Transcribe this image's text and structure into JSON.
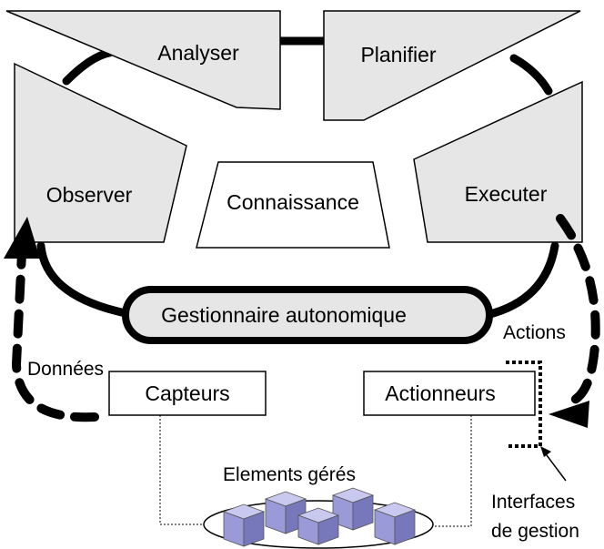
{
  "diagram": {
    "stages": {
      "analyze": "Analyser",
      "plan": "Planifier",
      "monitor": "Observer",
      "execute": "Executer",
      "knowledge": "Connaissance"
    },
    "autonomic_manager": "Gestionnaire autonomique",
    "sensors": "Capteurs",
    "effectors": "Actionneurs",
    "managed_elements": "Elements gérés",
    "data_label": "Données",
    "actions_label": "Actions",
    "interfaces_label_line1": "Interfaces",
    "interfaces_label_line2": "de gestion",
    "colors": {
      "shape_fill": "#e6e6e6",
      "stroke": "#000000",
      "cube_top": "#c9c9ef",
      "cube_left": "#9a9ad8",
      "cube_right": "#7777bb"
    }
  }
}
